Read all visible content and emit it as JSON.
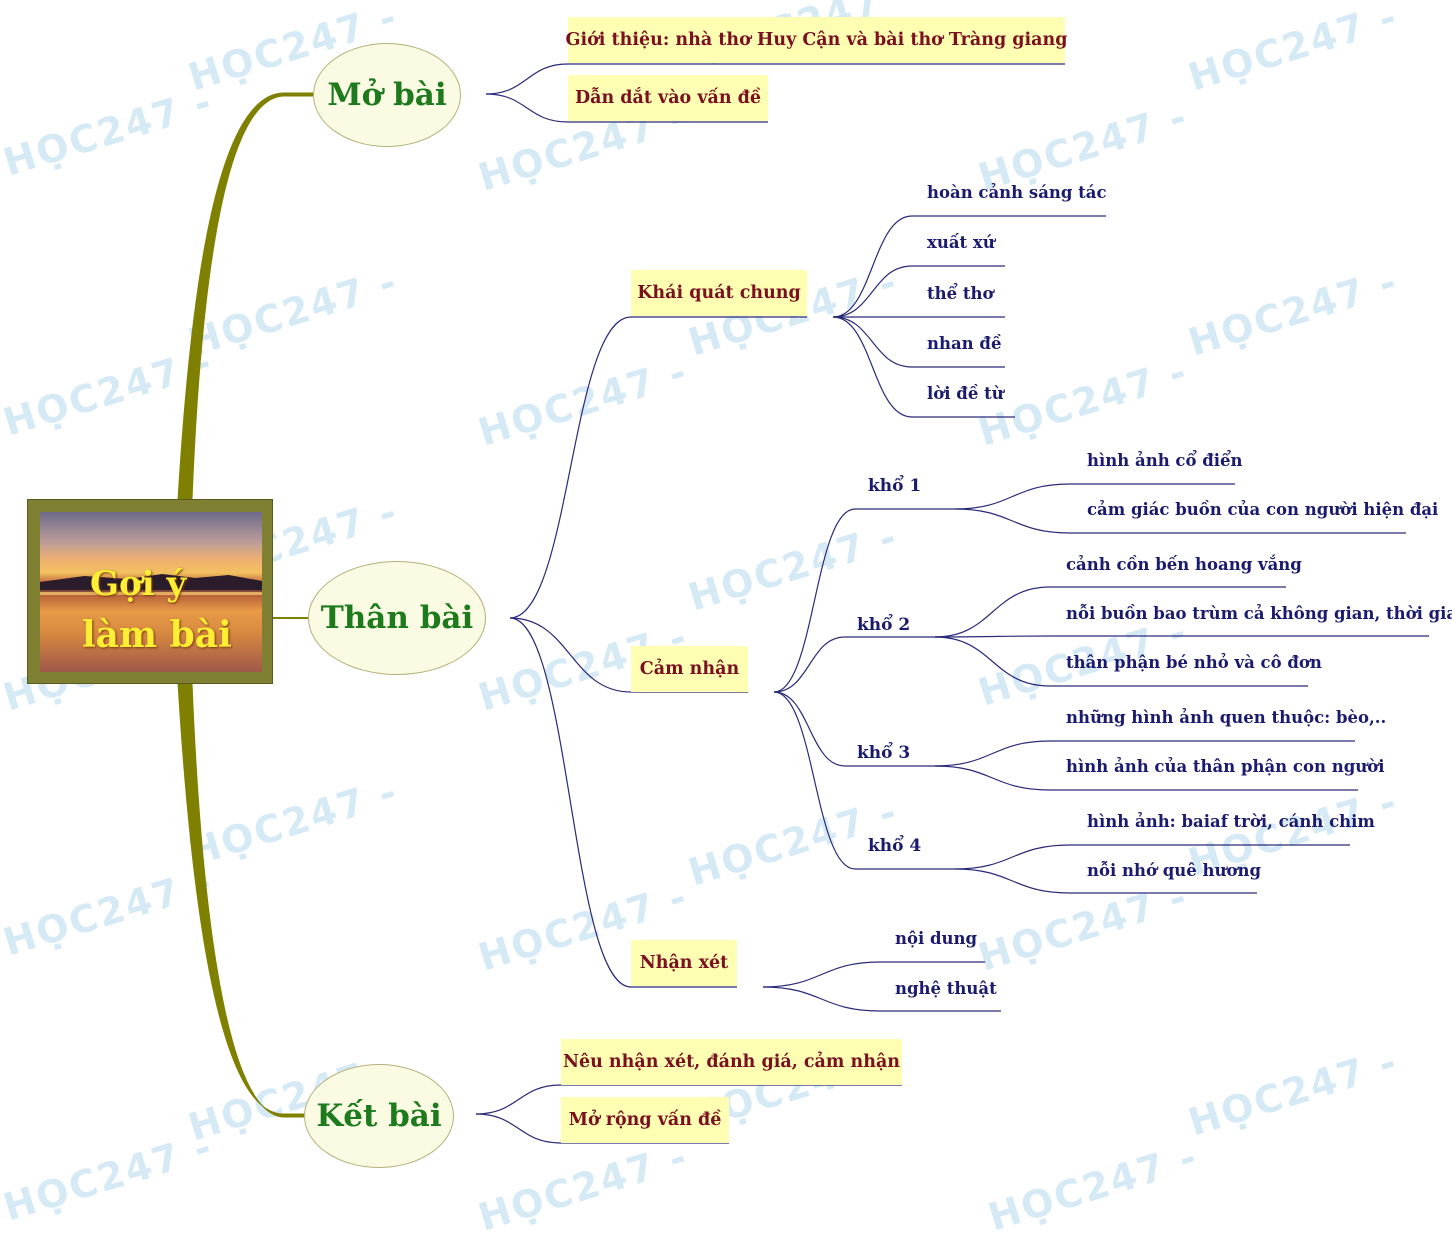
{
  "center": {
    "line1": "Gợi ý",
    "line2": "làm bài"
  },
  "branches": {
    "mo_bai": {
      "label": "Mở bài",
      "items": [
        "Giới thiệu: nhà thơ Huy Cận và bài thơ Tràng giang",
        "Dẫn dắt vào vấn đề"
      ]
    },
    "than_bai": {
      "label": "Thân bài",
      "khai_quat": {
        "label": "Khái quát chung",
        "items": [
          "hoàn cảnh sáng tác",
          "xuất xứ",
          "thể thơ",
          "nhan đề",
          "lời đề từ"
        ]
      },
      "cam_nhan": {
        "label": "Cảm nhận",
        "kho": [
          {
            "label": "khổ 1",
            "items": [
              "hình ảnh cổ điển",
              "cảm giác buồn của con người hiện đại"
            ]
          },
          {
            "label": "khổ 2",
            "items": [
              "cảnh cồn bến hoang vắng",
              "nỗi buồn bao trùm cả không gian, thời gian",
              "thân phận bé nhỏ và cô đơn"
            ]
          },
          {
            "label": "khổ 3",
            "items": [
              "những hình ảnh quen thuộc: bèo,..",
              "hình ảnh của thân phận con người"
            ]
          },
          {
            "label": "khổ 4",
            "items": [
              "hình ảnh: baiaf trời, cánh chim",
              "nỗi nhớ quê hương"
            ]
          }
        ]
      },
      "nhan_xet": {
        "label": "Nhận xét",
        "items": [
          "nội dung",
          "nghệ thuật"
        ]
      }
    },
    "ket_bai": {
      "label": "Kết bài",
      "items": [
        "Nêu nhận xét, đánh giá, cảm nhận",
        "Mở rộng vấn đề"
      ]
    }
  },
  "watermark": "HỌC247",
  "colors": {
    "trunk": "#808000",
    "connector": "#2a2a7a",
    "box_bg": "#ffffb3",
    "main_text": "#1d7a1d",
    "box_text": "#7a1020",
    "leaf_text": "#1a1a6e"
  }
}
